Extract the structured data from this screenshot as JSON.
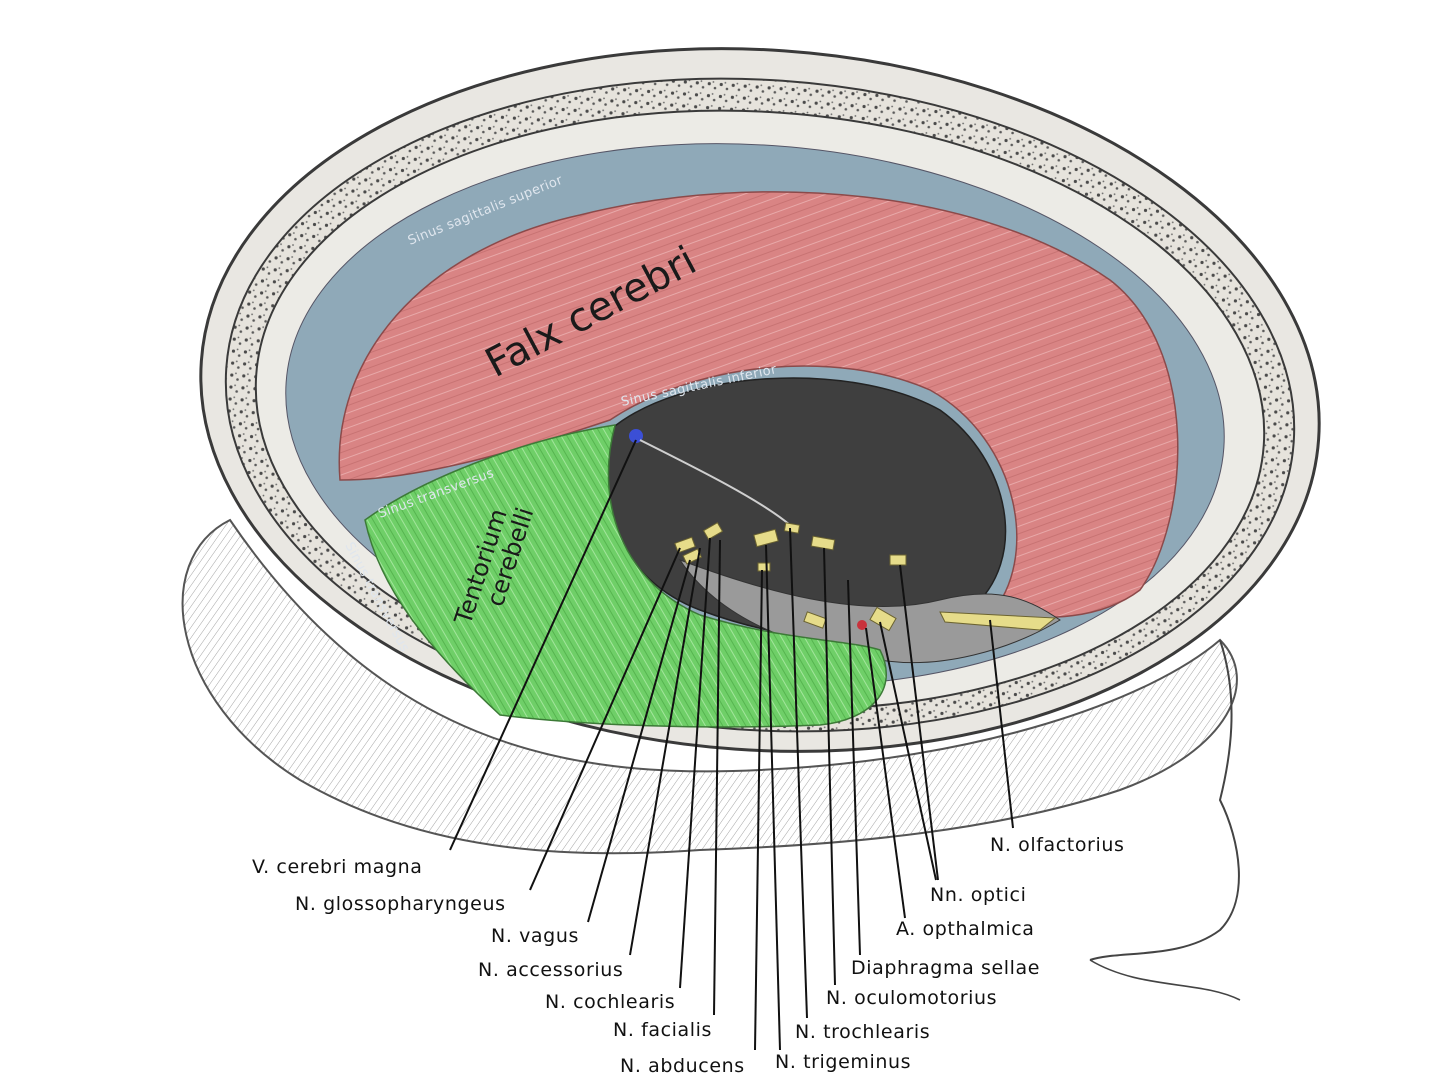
{
  "regions": {
    "falx": "Falx cerebri",
    "tentorium_line1": "Tentorium",
    "tentorium_line2": "cerebelli"
  },
  "sinus": {
    "sagittalis_superior": "Sinus sagittalis superior",
    "sagittalis_inferior": "Sinus sagittalis inferior",
    "transversus_1": "Sinus transversus",
    "transversus_2": "Sinus transversus"
  },
  "labels": {
    "v_cerebri_magna": "V. cerebri magna",
    "glossopharyngeus": "N. glossopharyngeus",
    "vagus": "N. vagus",
    "accessorius": "N. accessorius",
    "cochlearis": "N. cochlearis",
    "facialis": "N. facialis",
    "abducens": "N. abducens",
    "trigeminus": "N. trigeminus",
    "trochlearis": "N. trochlearis",
    "oculomotorius": "N. oculomotorius",
    "diaphragma_sellae": "Diaphragma sellae",
    "opthalmica": "A. opthalmica",
    "optici": "Nn. optici",
    "olfactorius": "N. olfactorius"
  },
  "colors": {
    "falx": "#d98484",
    "tentorium": "#6fcf68",
    "sinus": "#8fa9b8",
    "bone": "#e9e7e2",
    "nerve": "#e6dc8a",
    "vein": "#3b4fd6",
    "artery": "#c9323c"
  }
}
